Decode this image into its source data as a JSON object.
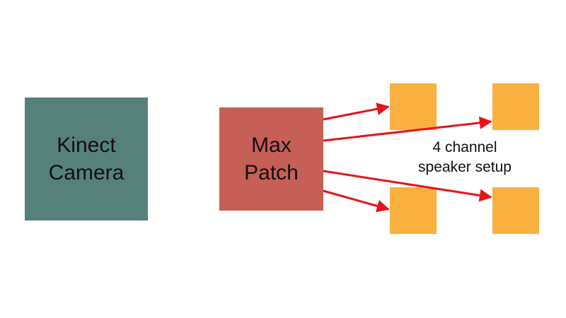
{
  "colors": {
    "kinect_fill": "#55817a",
    "max_fill": "#c65f55",
    "speaker_fill": "#fab03f",
    "arrow": "#e5141b"
  },
  "kinect_camera": {
    "line1": "Kinect",
    "line2": "Camera"
  },
  "max_patch": {
    "line1": "Max",
    "line2": "Patch"
  },
  "speaker_caption": {
    "line1": "4 channel",
    "line2": "speaker setup"
  }
}
